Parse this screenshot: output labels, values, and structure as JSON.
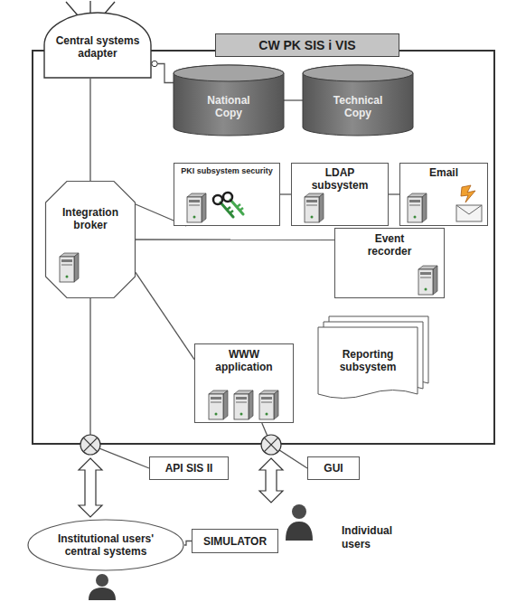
{
  "diagram": {
    "nodes": [
      {
        "text": [
          "CW PK SIS i VIS"
        ]
      },
      {
        "text": [
          "Central systems adapter"
        ],
        "in": 0
      },
      {
        "text": [
          "National Copy"
        ],
        "in": 0
      },
      {
        "text": [
          "Technical Copy"
        ],
        "in": 0
      },
      {
        "text": [
          "PKI subsystem security"
        ],
        "in": 0
      },
      {
        "text": [
          "LDAP subsystem"
        ],
        "in": 0
      },
      {
        "text": [
          "Email"
        ],
        "in": 0
      },
      {
        "text": [
          "Integration broker"
        ],
        "in": 0
      },
      {
        "text": [
          "Event recorder"
        ],
        "in": 0
      },
      {
        "text": [
          "WWW application"
        ],
        "in": 0
      },
      {
        "text": [
          "Reporting subsystem"
        ],
        "in": 0
      },
      {
        "text": [
          "API SIS II"
        ]
      },
      {
        "text": [
          "GUI"
        ]
      },
      {
        "text": [
          "Institutional users' central systems"
        ]
      },
      {
        "text": [
          "SIMULATOR"
        ]
      }
    ],
    "edges": [
      {
        "from": 1,
        "to": 2,
        "arrow": "none"
      },
      {
        "from": 2,
        "to": 3,
        "arrow": "none"
      },
      {
        "from": 1,
        "to": 7,
        "arrow": "none"
      },
      {
        "from": 7,
        "to": 4,
        "arrow": "none"
      },
      {
        "from": 4,
        "to": 5,
        "arrow": "none"
      },
      {
        "from": 5,
        "to": 6,
        "arrow": "none"
      },
      {
        "from": 7,
        "to": 8,
        "arrow": "none"
      },
      {
        "from": 7,
        "to": 9,
        "arrow": "none"
      },
      {
        "from": 7,
        "to": 11,
        "arrow": "none"
      },
      {
        "from": 9,
        "to": 12,
        "arrow": "none"
      },
      {
        "from": 13,
        "to": 14,
        "arrow": "none"
      }
    ],
    "labels": [
      "Individual users"
    ]
  }
}
